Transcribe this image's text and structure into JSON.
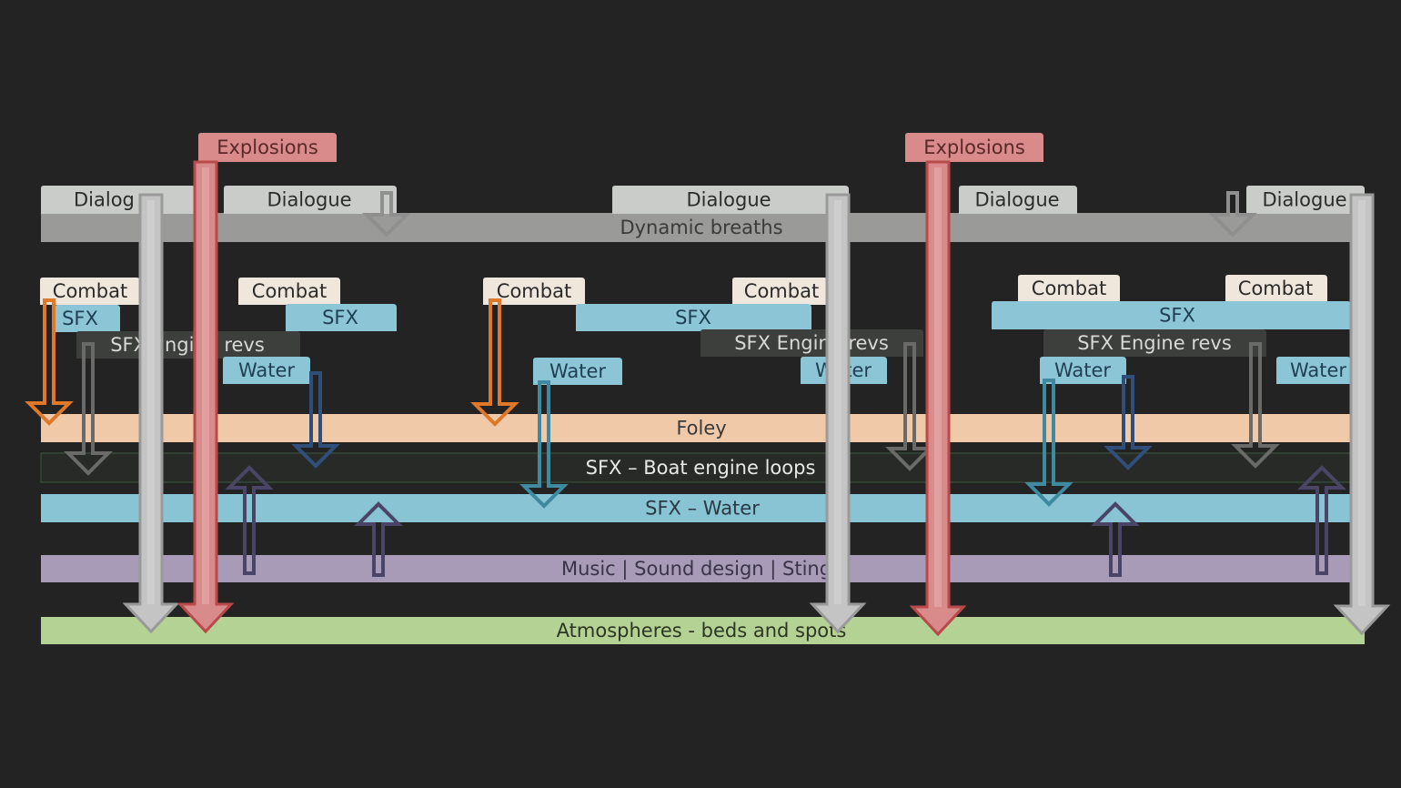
{
  "diagram": {
    "title": "",
    "layers": {
      "dynamic_breaths": "Dynamic breaths",
      "foley": "Foley",
      "boat_engine_loops": "SFX – Boat engine loops",
      "sfx_water": "SFX – Water",
      "music": "Music | Sound design | Stings",
      "atmospheres": "Atmospheres - beds and spots"
    },
    "clips": {
      "explosions_1": "Explosions",
      "explosions_2": "Explosions",
      "dialogue_1": "Dialog",
      "dialogue_2": "Dialogue",
      "dialogue_3": "Dialogue",
      "dialogue_4": "Dialogue",
      "dialogue_5": "Dialogue",
      "combat_1": "Combat",
      "combat_2": "Combat",
      "combat_3": "Combat",
      "combat_4": "Combat",
      "combat_5": "Combat",
      "combat_6": "Combat",
      "sfx_1": "SFX",
      "sfx_2": "SFX",
      "sfx_3": "SFX",
      "sfx_4": "SFX",
      "engine_revs_1": "SFX Engine revs",
      "engine_revs_2": "SFX Engine revs",
      "engine_revs_3": "SFX Engine revs",
      "water_1": "Water",
      "water_2": "Water",
      "water_3": "Water",
      "water_4": "Water",
      "water_5": "Water"
    },
    "colors": {
      "background": "#232323",
      "dialogue": "#c9ccc8",
      "dynamic_breaths": "#9a9a98",
      "explosions": "#d98b8b",
      "explosion_arrow": "#b84a4a",
      "combat": "#efe7db",
      "sfx": "#8cc5d6",
      "engine_revs": "#3d3f3c",
      "foley": "#f0c9a8",
      "sfx_water": "#88c4d4",
      "music": "#a79bb7",
      "atmospheres": "#b4d293",
      "arrow_orange": "#e0782a",
      "arrow_grey": "#6a6a68",
      "arrow_navy": "#2f4f7a",
      "arrow_teal": "#3f8aa0",
      "arrow_purple": "#4a4566",
      "arrow_light": "#c4c4c4"
    }
  }
}
